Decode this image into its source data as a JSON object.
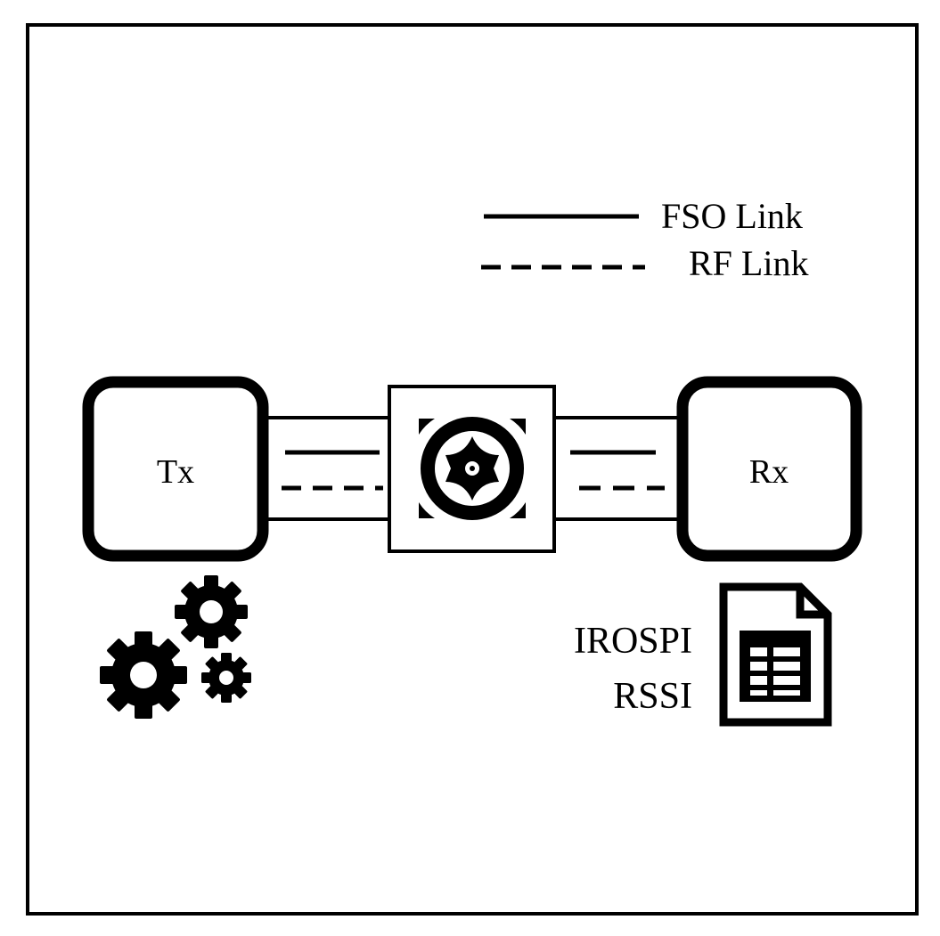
{
  "legend": {
    "fso_label": "FSO Link",
    "rf_label": "RF Link"
  },
  "nodes": {
    "tx_label": "Tx",
    "rx_label": "Rx"
  },
  "metrics": {
    "line1": "IROSPI",
    "line2": "RSSI"
  },
  "icons": {
    "channel": "channel-turbulence-icon",
    "settings": "gears-icon",
    "report": "spreadsheet-document-icon"
  },
  "colors": {
    "stroke": "#000000",
    "background": "#ffffff"
  }
}
